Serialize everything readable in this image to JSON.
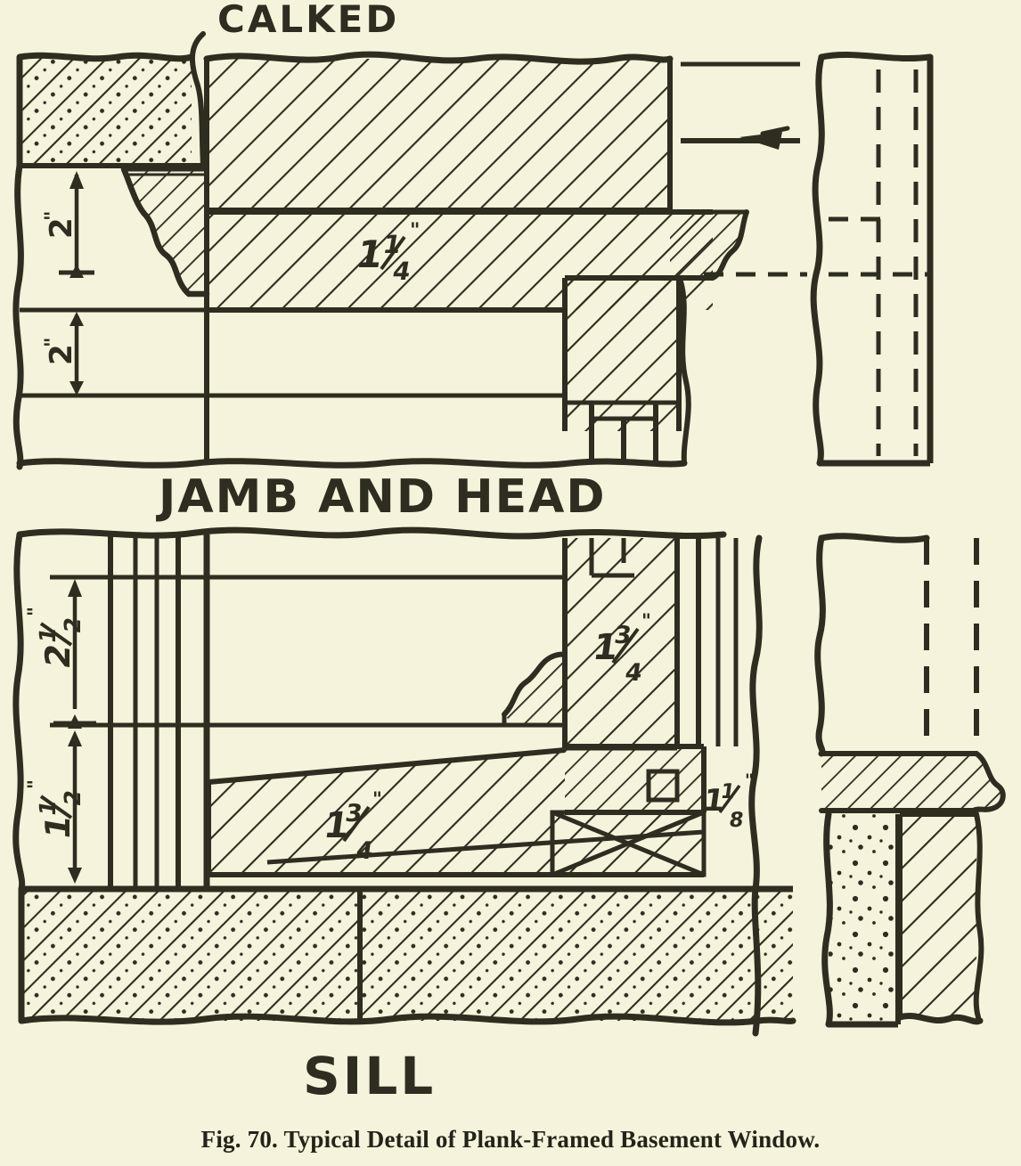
{
  "figure": {
    "caption": "Fig. 70.   Typical Detail of Plank-Framed Basement Window.",
    "caption_number": "Fig. 70.",
    "caption_title": "Typical Detail of Plank-Framed Basement Window.",
    "paper_color": "#f5f3dc",
    "ink_color": "#2e2d1f"
  },
  "sections": [
    {
      "id": "jamb-and-head",
      "title": "JAMB AND HEAD",
      "annotations": [
        {
          "name": "calked-note",
          "text": "CALKED"
        },
        {
          "name": "dimension-top-2in",
          "whole": "2",
          "fraction": "",
          "unit": "\""
        },
        {
          "name": "dimension-bottom-2in",
          "whole": "2",
          "fraction": "",
          "unit": "\""
        },
        {
          "name": "dimension-sash-thickness",
          "whole": "1",
          "fraction": "1/4",
          "numerator": "1",
          "denominator": "4",
          "unit": "\""
        }
      ]
    },
    {
      "id": "sill",
      "title": "SILL",
      "annotations": [
        {
          "name": "dimension-upper-2-1-2in",
          "whole": "2",
          "fraction": "1/2",
          "numerator": "1",
          "denominator": "2",
          "unit": "\""
        },
        {
          "name": "dimension-lower-1-1-2in",
          "whole": "1",
          "fraction": "1/2",
          "numerator": "1",
          "denominator": "2",
          "unit": "\""
        },
        {
          "name": "dimension-jamb-1-3-4in",
          "whole": "1",
          "fraction": "3/4",
          "numerator": "3",
          "denominator": "4",
          "unit": "\""
        },
        {
          "name": "dimension-sill-1-3-4in",
          "whole": "1",
          "fraction": "3/4",
          "numerator": "3",
          "denominator": "4",
          "unit": "\""
        },
        {
          "name": "dimension-stool-1-1-8in",
          "whole": "1",
          "fraction": "1/8",
          "numerator": "1",
          "denominator": "8",
          "unit": "\""
        }
      ]
    }
  ]
}
